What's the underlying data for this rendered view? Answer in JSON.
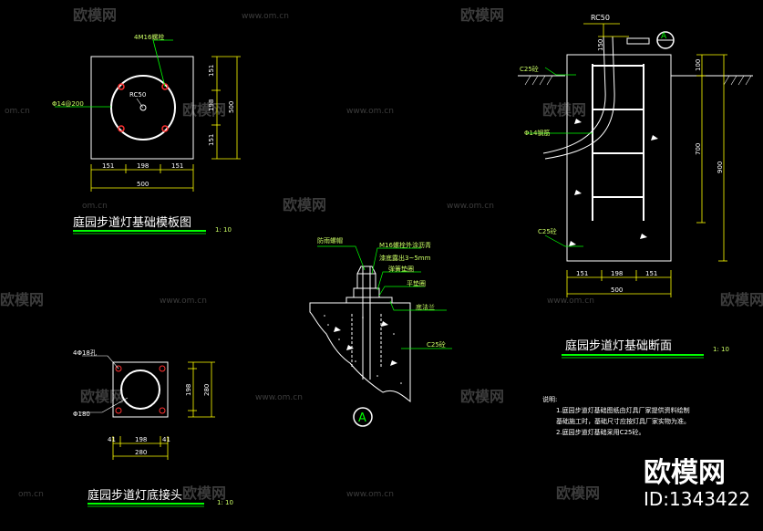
{
  "colors": {
    "background": "#000000",
    "line": "#ffffff",
    "dimension": "#ffff00",
    "leader": "#00ff00",
    "bolt": "#ff3030",
    "title_underline": "#00ff00",
    "watermark": "#3a3a3a"
  },
  "watermark": {
    "brand": "欧模网",
    "url": "www.om.cn",
    "url_short": "om.cn"
  },
  "drawing_template": {
    "title": "庭园步道灯基础模板图",
    "scale": "1: 10",
    "bolt_label": "4M16螺栓",
    "center_label": "RC50",
    "circle_label": "Φ14@200",
    "dim_bottom": [
      "151",
      "198",
      "151"
    ],
    "dim_total": "500",
    "dim_right": [
      "151",
      "198",
      "151"
    ],
    "dim_right_total": "500"
  },
  "drawing_base_plate": {
    "title": "庭园步道灯底接头",
    "scale": "1: 10",
    "hole_label": "4Φ18孔",
    "circle_label": "Φ180",
    "dim_bottom": [
      "41",
      "198",
      "41"
    ],
    "dim_total": "280",
    "dim_right_inner": "198",
    "dim_right_total": "280"
  },
  "drawing_detail": {
    "labels": [
      "防雨螺帽",
      "M16螺栓外涂沥青",
      "漆底露出3~5mm",
      "弹簧垫圈",
      "平垫圈",
      "底法兰",
      "C25砼"
    ],
    "marker": "A"
  },
  "drawing_section": {
    "title": "庭园步道灯基础断面",
    "scale": "1: 10",
    "conduit_label": "RC50",
    "dim_top": "150",
    "ground_label": "C25砼",
    "steel_label": "Φ14钢筋",
    "concrete_label": "C25砼",
    "dim_right_top": "100",
    "dim_right_mid": "700",
    "dim_right_total": "900",
    "dim_bottom": [
      "151",
      "198",
      "151"
    ],
    "dim_total": "500",
    "marker": "A"
  },
  "notes": {
    "heading": "说明:",
    "items": [
      "1.庭园步道灯基础图纸由灯具厂家提供资料绘制",
      "  基础施工时，基础尺寸应按灯具厂家实物为准。",
      "2.庭园步道灯基础采用C25砼。"
    ]
  },
  "brand_footer": {
    "brand": "欧模网",
    "id": "ID:1343422"
  }
}
